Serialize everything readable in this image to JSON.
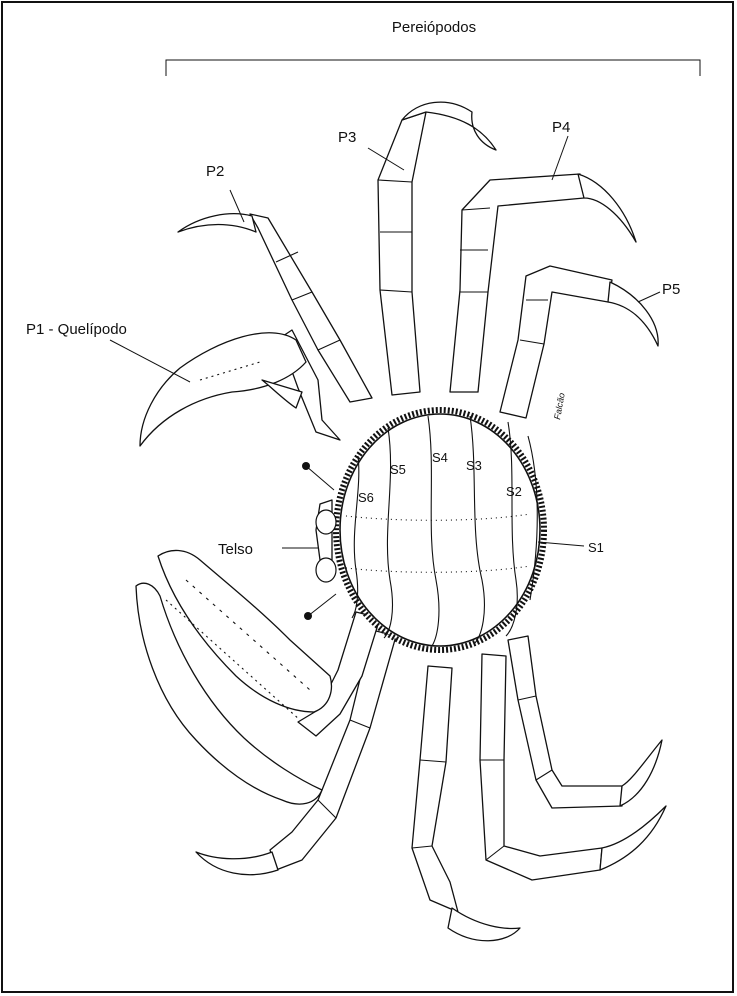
{
  "figure": {
    "group_label": "Pereiópodos",
    "labels": {
      "p1": "P1 - Quelípodo",
      "p2": "P2",
      "p3": "P3",
      "p4": "P4",
      "p5": "P5",
      "telso": "Telso",
      "s1": "S1",
      "s2": "S2",
      "s3": "S3",
      "s4": "S4",
      "s5": "S5",
      "s6": "S6"
    },
    "artist_signature": "Falcão"
  }
}
